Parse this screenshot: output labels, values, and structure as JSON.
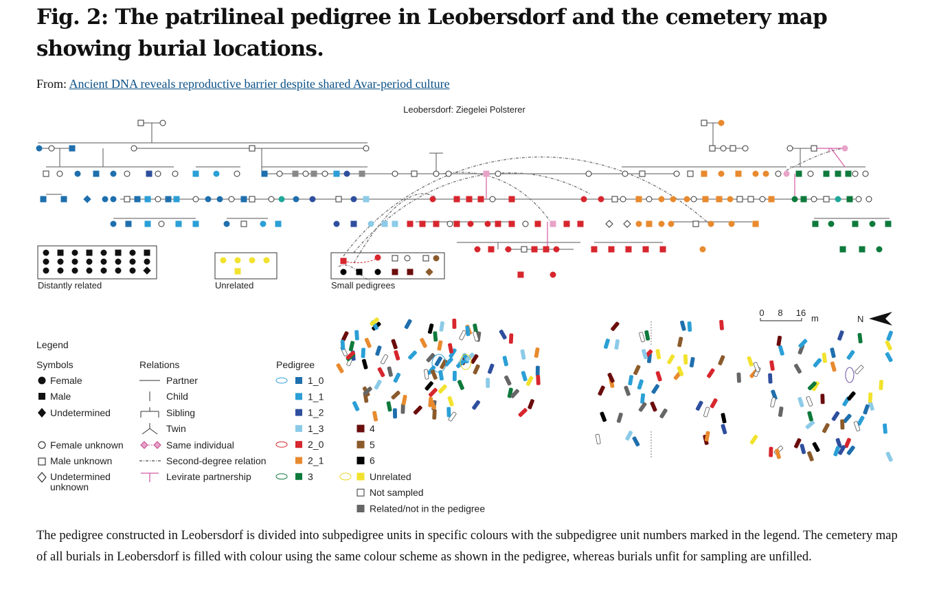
{
  "figure_title": "Fig. 2: The patrilineal pedigree in Leobersdorf and the cemetery map showing burial locations.",
  "source": {
    "prefix": "From:",
    "link_text": "Ancient DNA reveals reproductive barrier despite shared Avar-period culture"
  },
  "pedigree": {
    "title": "Leobersdorf: Ziegelei Polsterer",
    "boxes": {
      "distantly_related": "Distantly related",
      "unrelated": "Unrelated",
      "small_pedigrees": "Small pedigrees"
    }
  },
  "map": {
    "scale_ticks": [
      "0",
      "8",
      "16"
    ],
    "scale_unit": "m",
    "north": "N"
  },
  "legend": {
    "title": "Legend",
    "symbols": {
      "header": "Symbols",
      "female": "Female",
      "male": "Male",
      "undetermined": "Undetermined",
      "female_unknown": "Female unknown",
      "male_unknown": "Male unknown",
      "undetermined_unknown_1": "Undetermined",
      "undetermined_unknown_2": "unknown"
    },
    "relations": {
      "header": "Relations",
      "partner": "Partner",
      "child": "Child",
      "sibling": "Sibling",
      "twin": "Twin",
      "same_individual": "Same individual",
      "second_degree": "Second-degree relation",
      "levirate": "Levirate partnership"
    },
    "pedigree": {
      "header": "Pedigree",
      "units": [
        {
          "label": "1_0",
          "color": "#1f6fad"
        },
        {
          "label": "1_1",
          "color": "#2b9fd6"
        },
        {
          "label": "1_2",
          "color": "#2f4f9e"
        },
        {
          "label": "1_3",
          "color": "#8ccbe8"
        },
        {
          "label": "2_0",
          "color": "#d7262e"
        },
        {
          "label": "2_1",
          "color": "#e88a2e"
        },
        {
          "label": "3",
          "color": "#0e7a3c"
        }
      ],
      "others": [
        {
          "label": "4",
          "color": "#6b0d0d"
        },
        {
          "label": "5",
          "color": "#8b5a2b"
        },
        {
          "label": "6",
          "color": "#000000"
        },
        {
          "label": "Unrelated",
          "color": "#f2e22e"
        },
        {
          "label": "Not sampled",
          "color": "#ffffff"
        },
        {
          "label": "Related/not in the pedigree",
          "color": "#666666"
        }
      ]
    }
  },
  "caption": "The pedigree constructed in Leobersdorf is divided into subpedigree units in specific colours with the subpedigree unit numbers marked in the legend. The cemetery map of all burials in Leobersdorf is filled with colour using the same colour scheme as shown in the pedigree, whereas burials unfit for sampling are unfilled."
}
